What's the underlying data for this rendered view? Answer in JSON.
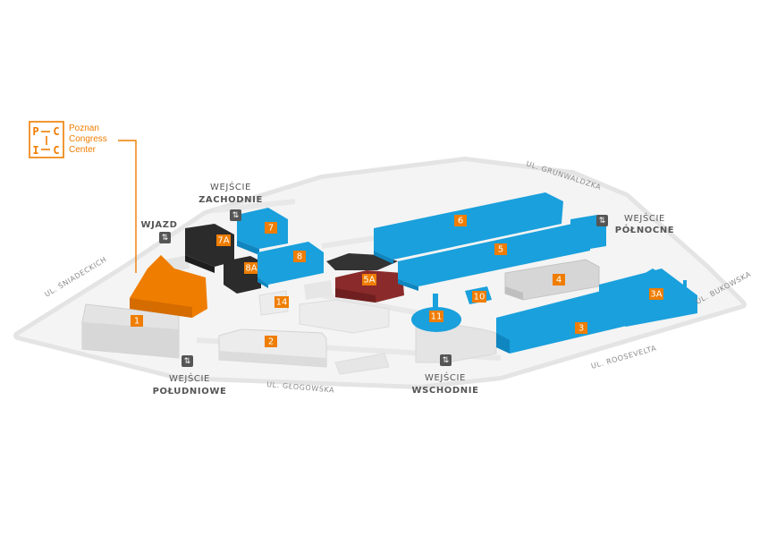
{
  "logo": {
    "mark": [
      "P",
      "C",
      "I",
      "C"
    ],
    "lines": [
      "Poznan",
      "Congress",
      "Center"
    ],
    "color": "#ef7d00"
  },
  "entrances": {
    "zachodnie": {
      "l1": "WEJŚCIE",
      "l2": "ZACHODNIE"
    },
    "wjazd": {
      "l1": "WJAZD"
    },
    "polnocne": {
      "l1": "WEJŚCIE",
      "l2": "PÓŁNOCNE"
    },
    "poludniowe": {
      "l1": "WEJŚCIE",
      "l2": "POŁUDNIOWE"
    },
    "wschodnie": {
      "l1": "WEJŚCIE",
      "l2": "WSCHODNIE"
    }
  },
  "streets": {
    "sniadeckich": "UL. ŚNIADECKICH",
    "grunwaldzka": "UL. GRUNWALDZKA",
    "bukowska": "UL. BUKOWSKA",
    "roosevelta": "UL. ROOSEVELTA",
    "glogowska": "UL. GŁOGOWSKA"
  },
  "halls": {
    "h1": "1",
    "h2": "2",
    "h3": "3",
    "h3a": "3A",
    "h4": "4",
    "h5": "5",
    "h5a": "5A",
    "h6": "6",
    "h7": "7",
    "h7a": "7A",
    "h8": "8",
    "h8a": "8A",
    "h10": "10",
    "h11": "11",
    "h14": "14"
  },
  "colors": {
    "blue": "#1aa0dc",
    "orange": "#ef7d00",
    "dark": "#2b2b2b",
    "maroon": "#8a2a2a",
    "grey": "#c9c9c9"
  },
  "icons": {
    "entrance": "two-way-arrows-icon"
  }
}
